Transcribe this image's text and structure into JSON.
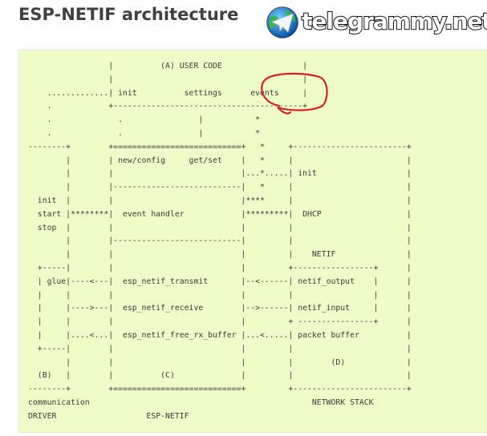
{
  "page": {
    "title": "ESP-NETIF architecture"
  },
  "diagram": {
    "lines": [
      "                 |          (A) USER CODE                 |",
      "                 |                                        |",
      "    .............| init          settings      events     |",
      "    .            +----------------------------------------+",
      "    .              .                |           *",
      "    .              .                |           *",
      "--------+        +===========================+   *     +------------------------+",
      "        |        | new/config     get/set    |   *     |                        |",
      "        |        |                           |...*.....| init                   |",
      "        |        |---------------------------|   *     |                        |",
      "  init  |        |                           |****     |                        |",
      "  start |********|  event handler            |*********|  DHCP                  |",
      "  stop  |        |                           |         |                        |",
      "        |        |---------------------------|         |                        |",
      "        |        |                           |         |    NETIF               |",
      "  +-----|        |                           |         +-----------------+      |",
      "  | glue|----<---|  esp_netif_transmit       |--<------| netif_output    |      |",
      "  |     |        |                           |         |                 |      |",
      "  |     |---->---|  esp_netif_receive        |-->------| netif_input     |      |",
      "  |     |        |                           |         + ----------------+      |",
      "  |     |....<...|  esp_netif_free_rx_buffer |...<.....| packet buffer          |",
      "  +-----|        |                           |         |                        |",
      "        |        |                           |         |        (D)             |",
      "  (B)   |        |          (C)              |         |                        |",
      "--------+        +===========================+         +------------------------+",
      "communication                                               NETWORK STACK",
      "DRIVER                   ESP-NETIF"
    ]
  },
  "annotation": {
    "highlight_color": "#d81f1f"
  },
  "watermark": {
    "text": "telegrammy.net"
  }
}
